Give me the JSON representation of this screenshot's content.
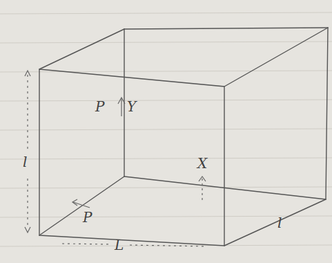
{
  "diagram": {
    "labels": [
      "l",
      "P",
      "Y",
      "X",
      "P",
      "L",
      "l"
    ]
  }
}
